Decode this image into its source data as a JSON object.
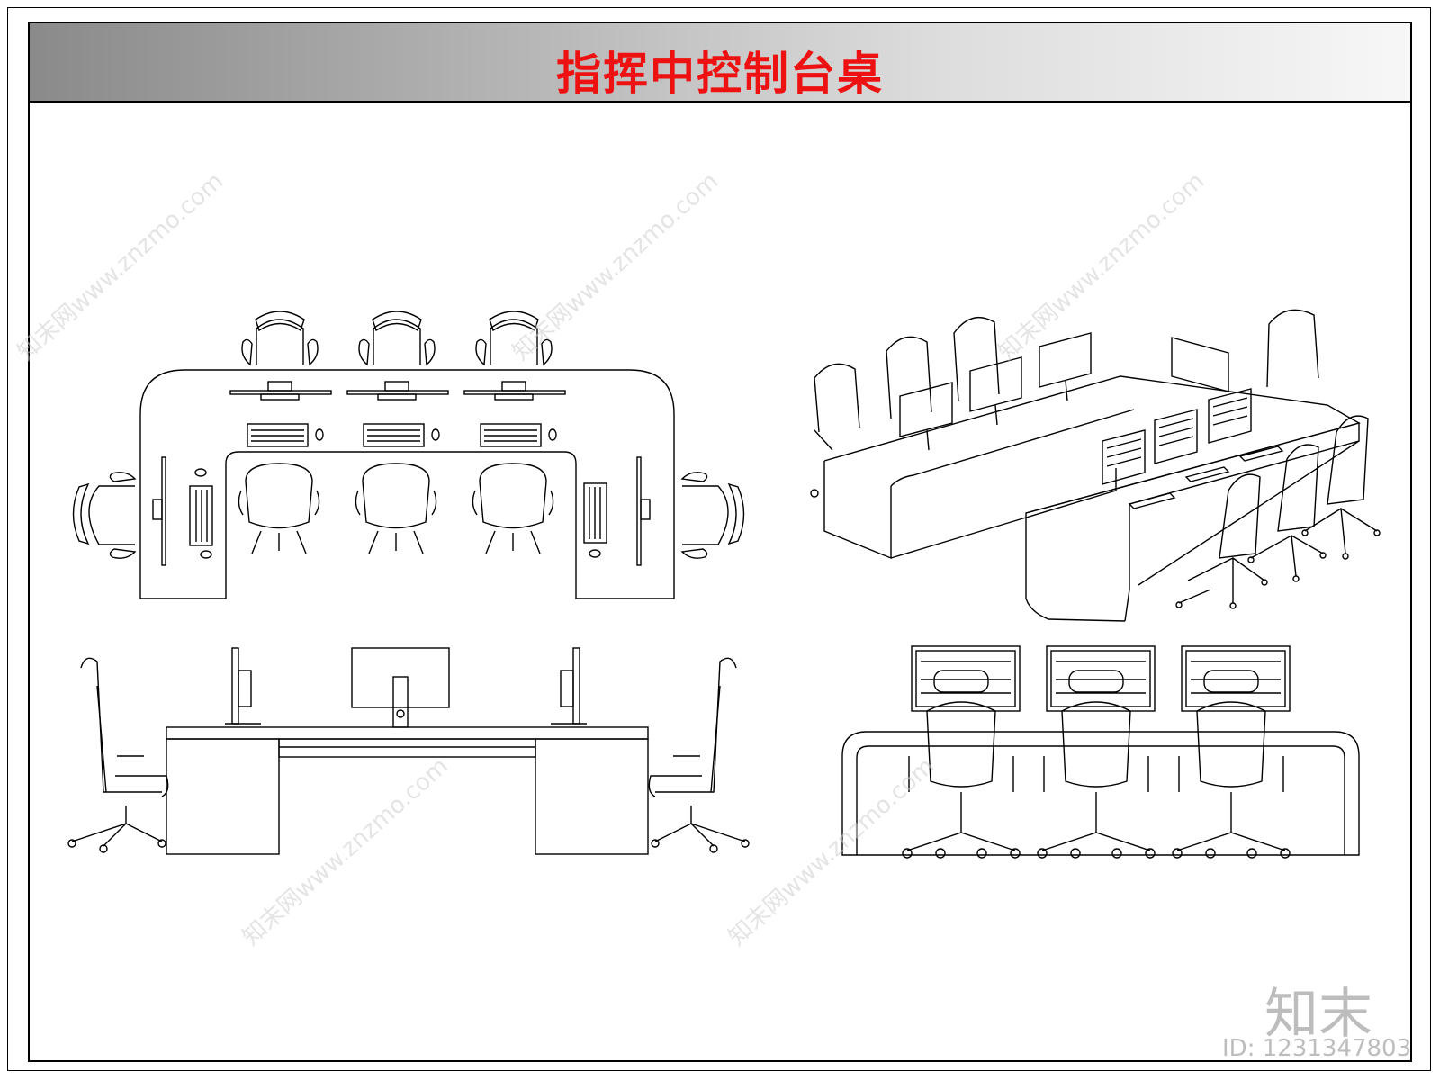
{
  "title": "指挥中控制台桌",
  "watermark": "知末网www.znzmo.com",
  "brand": "知末",
  "id_label": "ID: 1231347803",
  "colors": {
    "title": "#ee1111",
    "line": "#000000",
    "watermark": "#cfcfcf"
  }
}
